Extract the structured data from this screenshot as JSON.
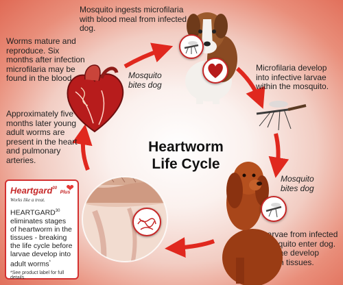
{
  "title": {
    "line1": "Heartworm",
    "line2": "Life Cycle"
  },
  "steps": {
    "mosquito_ingests": "Mosquito ingests microfilaria with blood meal from infected dog.",
    "microfilaria_develop": "Microfilaria develop into infective larvae within the mosquito.",
    "larvae_enter": "Larvae from infected mosquito enter dog. Larvae develop within tissues.",
    "young_adult": "Approximately five months later young adult worms are present in the heart and pulmonary arteries.",
    "worms_mature": "Worms mature and reproduce. Six months after infection microfilaria may be found in the blood."
  },
  "bites_top": {
    "line1": "Mosquito",
    "line2": "bites dog"
  },
  "bites_bottom": {
    "line1": "Mosquito",
    "line2": "bites dog"
  },
  "promo": {
    "brand": "Heartgard",
    "brand_sup": "30",
    "brand_plus": "Plus",
    "tagline": "Works like a treat.",
    "body_prefix": "HEARTGARD",
    "body_sup": "30",
    "body_main": " eliminates stages of heartworm in the tissues - breaking the life cycle before larvae develop into adult worms",
    "body_asterisk": "*",
    "footnote": "*See product label for full details."
  },
  "colors": {
    "arrow": "#e0281e",
    "accent": "#c62828"
  },
  "icons": {
    "heart": "heart-icon",
    "promo_heart": "heart-logo-icon"
  }
}
